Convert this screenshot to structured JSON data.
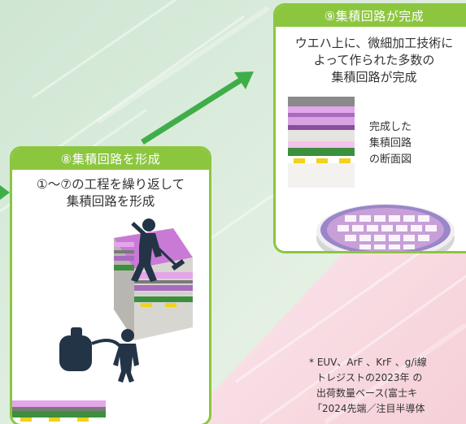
{
  "step8": {
    "title": "⑧集積回路を形成",
    "lines": [
      "①〜⑦の工程を繰り返して",
      "集積回路を形成"
    ]
  },
  "step9": {
    "title": "⑨集積回路が完成",
    "lines": [
      "ウエハ上に、微細加工技術に",
      "よって作られた多数の",
      "集積回路が完成"
    ]
  },
  "cross_section_caption": [
    "完成した",
    "集積回路",
    "の断面図"
  ],
  "footnote": [
    "* EUV、ArF 、KrF 、g/i線",
    "トレジストの2023年 の",
    "出荷数量ベース(富士キ",
    "「2024先端／注目半導体"
  ],
  "colors": {
    "accent_green": "#8cc63f",
    "arrow_green": "#3fae49",
    "wafer_purple": "#c97ad6",
    "layer_yellow": "#f2d21b",
    "worker_navy": "#243447"
  },
  "icons": [
    "step-arrow-icon",
    "worker-icon",
    "vacuum-cleaner-icon",
    "wafer-icon"
  ]
}
